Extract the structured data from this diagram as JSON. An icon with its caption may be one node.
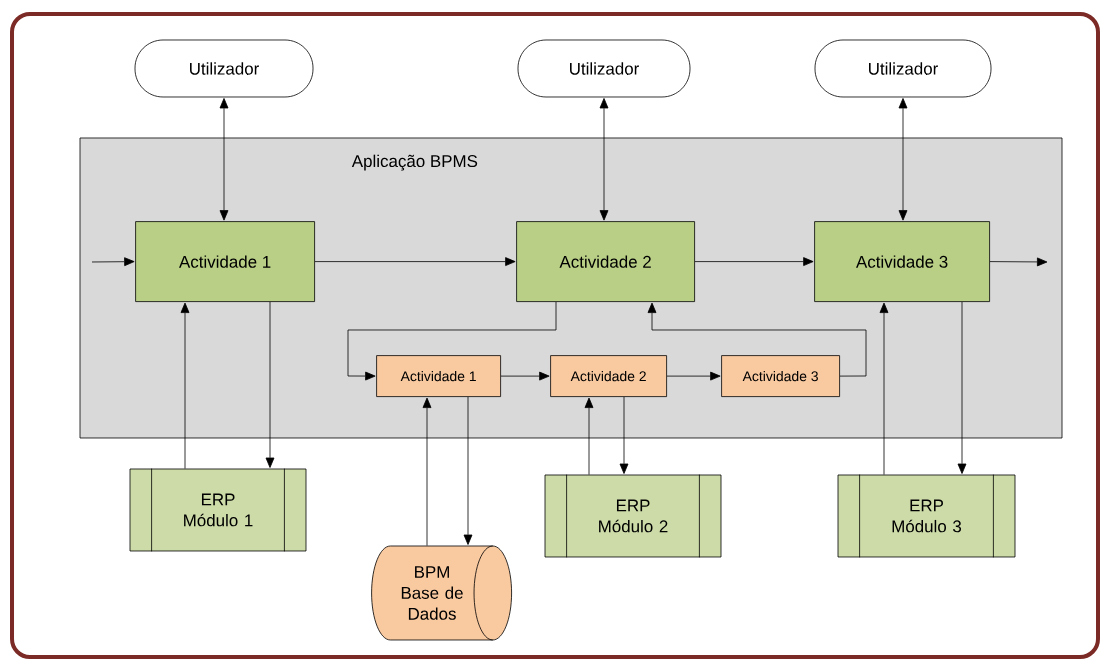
{
  "diagram": {
    "nodes": [
      {
        "text": [
          "Utilizador"
        ]
      },
      {
        "text": [
          "Utilizador"
        ]
      },
      {
        "text": [
          "Utilizador"
        ]
      },
      {
        "text": [
          "Aplicação BPMS"
        ]
      },
      {
        "text": [
          "Actividade 1"
        ],
        "in": 3
      },
      {
        "text": [
          "Actividade 2"
        ],
        "in": 3
      },
      {
        "text": [
          "Actividade 3"
        ],
        "in": 3
      },
      {
        "text": [
          "Actividade 1"
        ],
        "in": 3
      },
      {
        "text": [
          "Actividade 2"
        ],
        "in": 3
      },
      {
        "text": [
          "Actividade 3"
        ],
        "in": 3
      },
      {
        "text": [
          "ERP Módulo 1"
        ]
      },
      {
        "text": [
          "BPM Base de Dados"
        ]
      },
      {
        "text": [
          "ERP Módulo 2"
        ]
      },
      {
        "text": [
          "ERP Módulo 3"
        ]
      }
    ],
    "edges": [
      {
        "from": 0,
        "to": 4,
        "arrow": "both"
      },
      {
        "from": 1,
        "to": 5,
        "arrow": "both"
      },
      {
        "from": 2,
        "to": 6,
        "arrow": "both"
      },
      {
        "from": null,
        "to": 4,
        "arrow": "to"
      },
      {
        "from": 4,
        "to": 5,
        "arrow": "to"
      },
      {
        "from": 5,
        "to": 6,
        "arrow": "to"
      },
      {
        "from": 6,
        "to": null,
        "arrow": "to"
      },
      {
        "from": 5,
        "to": 7,
        "arrow": "to"
      },
      {
        "from": 7,
        "to": 8,
        "arrow": "to"
      },
      {
        "from": 8,
        "to": 9,
        "arrow": "to"
      },
      {
        "from": 9,
        "to": 5,
        "arrow": "to"
      },
      {
        "from": 10,
        "to": 4,
        "arrow": "to"
      },
      {
        "from": 4,
        "to": 10,
        "arrow": "to"
      },
      {
        "from": 11,
        "to": 7,
        "arrow": "to"
      },
      {
        "from": 7,
        "to": 11,
        "arrow": "to"
      },
      {
        "from": 12,
        "to": 8,
        "arrow": "to"
      },
      {
        "from": 8,
        "to": 12,
        "arrow": "to"
      },
      {
        "from": 13,
        "to": 6,
        "arrow": "to"
      },
      {
        "from": 6,
        "to": 13,
        "arrow": "to"
      }
    ]
  }
}
